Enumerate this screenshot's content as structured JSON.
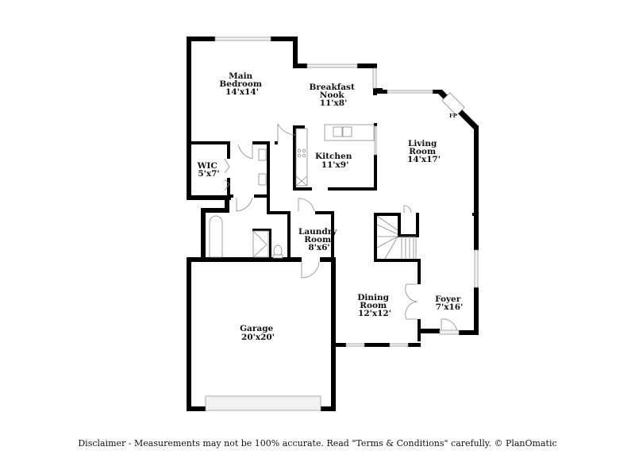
{
  "rooms": [
    {
      "id": "main-bedroom",
      "name_lines": [
        "Main",
        "Bedroom"
      ],
      "size": "14'x14'"
    },
    {
      "id": "breakfast-nook",
      "name_lines": [
        "Breakfast",
        "Nook"
      ],
      "size": "11'x8'"
    },
    {
      "id": "kitchen",
      "name_lines": [
        "Kitchen"
      ],
      "size": "11'x9'"
    },
    {
      "id": "living-room",
      "name_lines": [
        "Living",
        "Room"
      ],
      "size": "14'x17'"
    },
    {
      "id": "wic",
      "name_lines": [
        "WIC"
      ],
      "size": "5'x7'"
    },
    {
      "id": "laundry-room",
      "name_lines": [
        "Laundry",
        "Room"
      ],
      "size": "8'x6'"
    },
    {
      "id": "dining-room",
      "name_lines": [
        "Dining",
        "Room"
      ],
      "size": "12'x12'"
    },
    {
      "id": "foyer",
      "name_lines": [
        "Foyer"
      ],
      "size": "7'x16'"
    },
    {
      "id": "garage",
      "name_lines": [
        "Garage"
      ],
      "size": "20'x20'"
    }
  ],
  "fireplace_label": "FP",
  "disclaimer": "Disclaimer - Measurements may not be 100% accurate. Read \"Terms & Conditions\" carefully. © PlanOmatic"
}
